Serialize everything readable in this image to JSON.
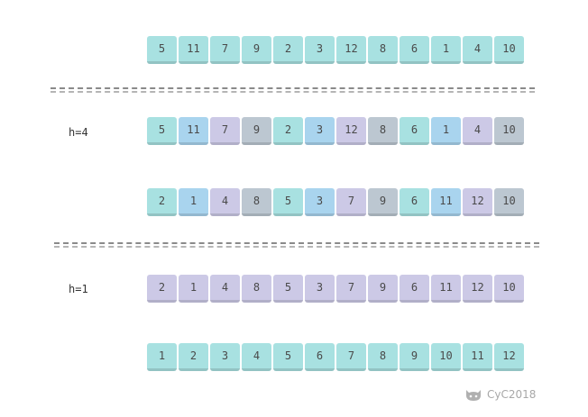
{
  "colors": {
    "teal": "#a8e1e1",
    "blue": "#a9d4ee",
    "purple": "#ccc9e6",
    "slate": "#bcc7d1"
  },
  "rows": [
    {
      "values": [
        "5",
        "11",
        "7",
        "9",
        "2",
        "3",
        "12",
        "8",
        "6",
        "1",
        "4",
        "10"
      ],
      "colors": [
        "teal",
        "teal",
        "teal",
        "teal",
        "teal",
        "teal",
        "teal",
        "teal",
        "teal",
        "teal",
        "teal",
        "teal"
      ]
    },
    {
      "values": [
        "5",
        "11",
        "7",
        "9",
        "2",
        "3",
        "12",
        "8",
        "6",
        "1",
        "4",
        "10"
      ],
      "colors": [
        "teal",
        "blue",
        "purple",
        "slate",
        "teal",
        "blue",
        "purple",
        "slate",
        "teal",
        "blue",
        "purple",
        "slate"
      ]
    },
    {
      "values": [
        "2",
        "1",
        "4",
        "8",
        "5",
        "3",
        "7",
        "9",
        "6",
        "11",
        "12",
        "10"
      ],
      "colors": [
        "teal",
        "blue",
        "purple",
        "slate",
        "teal",
        "blue",
        "purple",
        "slate",
        "teal",
        "blue",
        "purple",
        "slate"
      ]
    },
    {
      "values": [
        "2",
        "1",
        "4",
        "8",
        "5",
        "3",
        "7",
        "9",
        "6",
        "11",
        "12",
        "10"
      ],
      "colors": [
        "purple",
        "purple",
        "purple",
        "purple",
        "purple",
        "purple",
        "purple",
        "purple",
        "purple",
        "purple",
        "purple",
        "purple"
      ]
    },
    {
      "values": [
        "1",
        "2",
        "3",
        "4",
        "5",
        "6",
        "7",
        "8",
        "9",
        "10",
        "11",
        "12"
      ],
      "colors": [
        "teal",
        "teal",
        "teal",
        "teal",
        "teal",
        "teal",
        "teal",
        "teal",
        "teal",
        "teal",
        "teal",
        "teal"
      ]
    }
  ],
  "labels": {
    "h4": "h=4",
    "h1": "h=1"
  },
  "watermark": {
    "text": "CyC2018",
    "icon": "github-octocat-icon"
  }
}
